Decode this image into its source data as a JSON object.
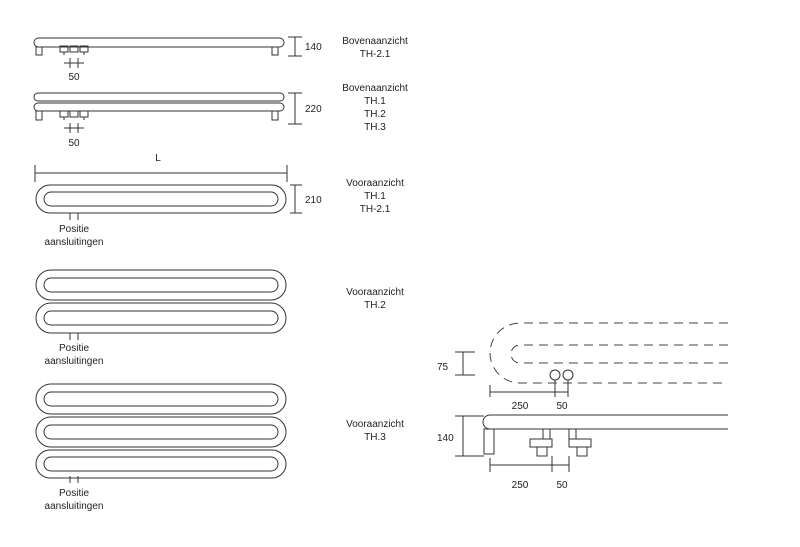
{
  "views": {
    "top1": {
      "dim": "140",
      "pitch": "50",
      "title": "Bovenaanzicht",
      "models": [
        "TH-2.1"
      ]
    },
    "top2": {
      "dim": "220",
      "pitch": "50",
      "title": "Bovenaanzicht",
      "models": [
        "TH.1",
        "TH.2",
        "TH.3"
      ]
    },
    "front1": {
      "length": "L",
      "dim": "210",
      "title": "Vooraanzicht",
      "models": [
        "TH.1",
        "TH-2.1"
      ],
      "connection": [
        "Positie",
        "aansluitingen"
      ]
    },
    "front2": {
      "title": "Vooraanzicht",
      "models": [
        "TH.2"
      ],
      "connection": [
        "Positie",
        "aansluitingen"
      ]
    },
    "front3": {
      "title": "Vooraanzicht",
      "models": [
        "TH.3"
      ],
      "connection": [
        "Positie",
        "aansluitingen"
      ]
    }
  },
  "detail": {
    "upper": {
      "height": "75",
      "offset": "250",
      "pitch": "50"
    },
    "lower": {
      "height": "140",
      "offset": "250",
      "pitch": "50"
    }
  }
}
